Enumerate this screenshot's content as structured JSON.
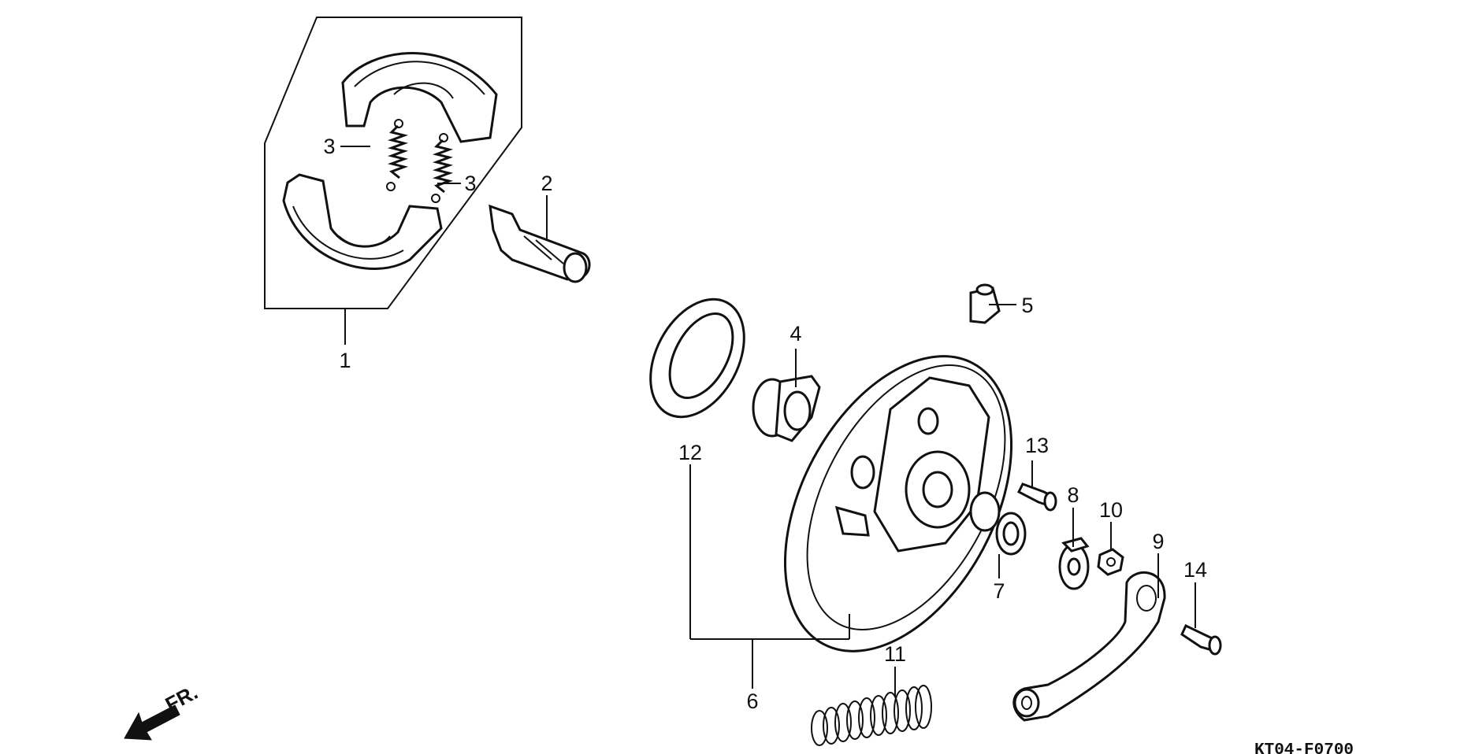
{
  "callouts": [
    {
      "id": "1",
      "label": "1"
    },
    {
      "id": "2",
      "label": "2"
    },
    {
      "id": "3a",
      "label": "3"
    },
    {
      "id": "3b",
      "label": "3"
    },
    {
      "id": "4",
      "label": "4"
    },
    {
      "id": "5",
      "label": "5"
    },
    {
      "id": "6",
      "label": "6"
    },
    {
      "id": "7",
      "label": "7"
    },
    {
      "id": "8",
      "label": "8"
    },
    {
      "id": "9",
      "label": "9"
    },
    {
      "id": "10",
      "label": "10"
    },
    {
      "id": "11",
      "label": "11"
    },
    {
      "id": "12",
      "label": "12"
    },
    {
      "id": "13",
      "label": "13"
    },
    {
      "id": "14",
      "label": "14"
    }
  ],
  "front_marker": "FR.",
  "drawing_code": "KT04-F0700"
}
